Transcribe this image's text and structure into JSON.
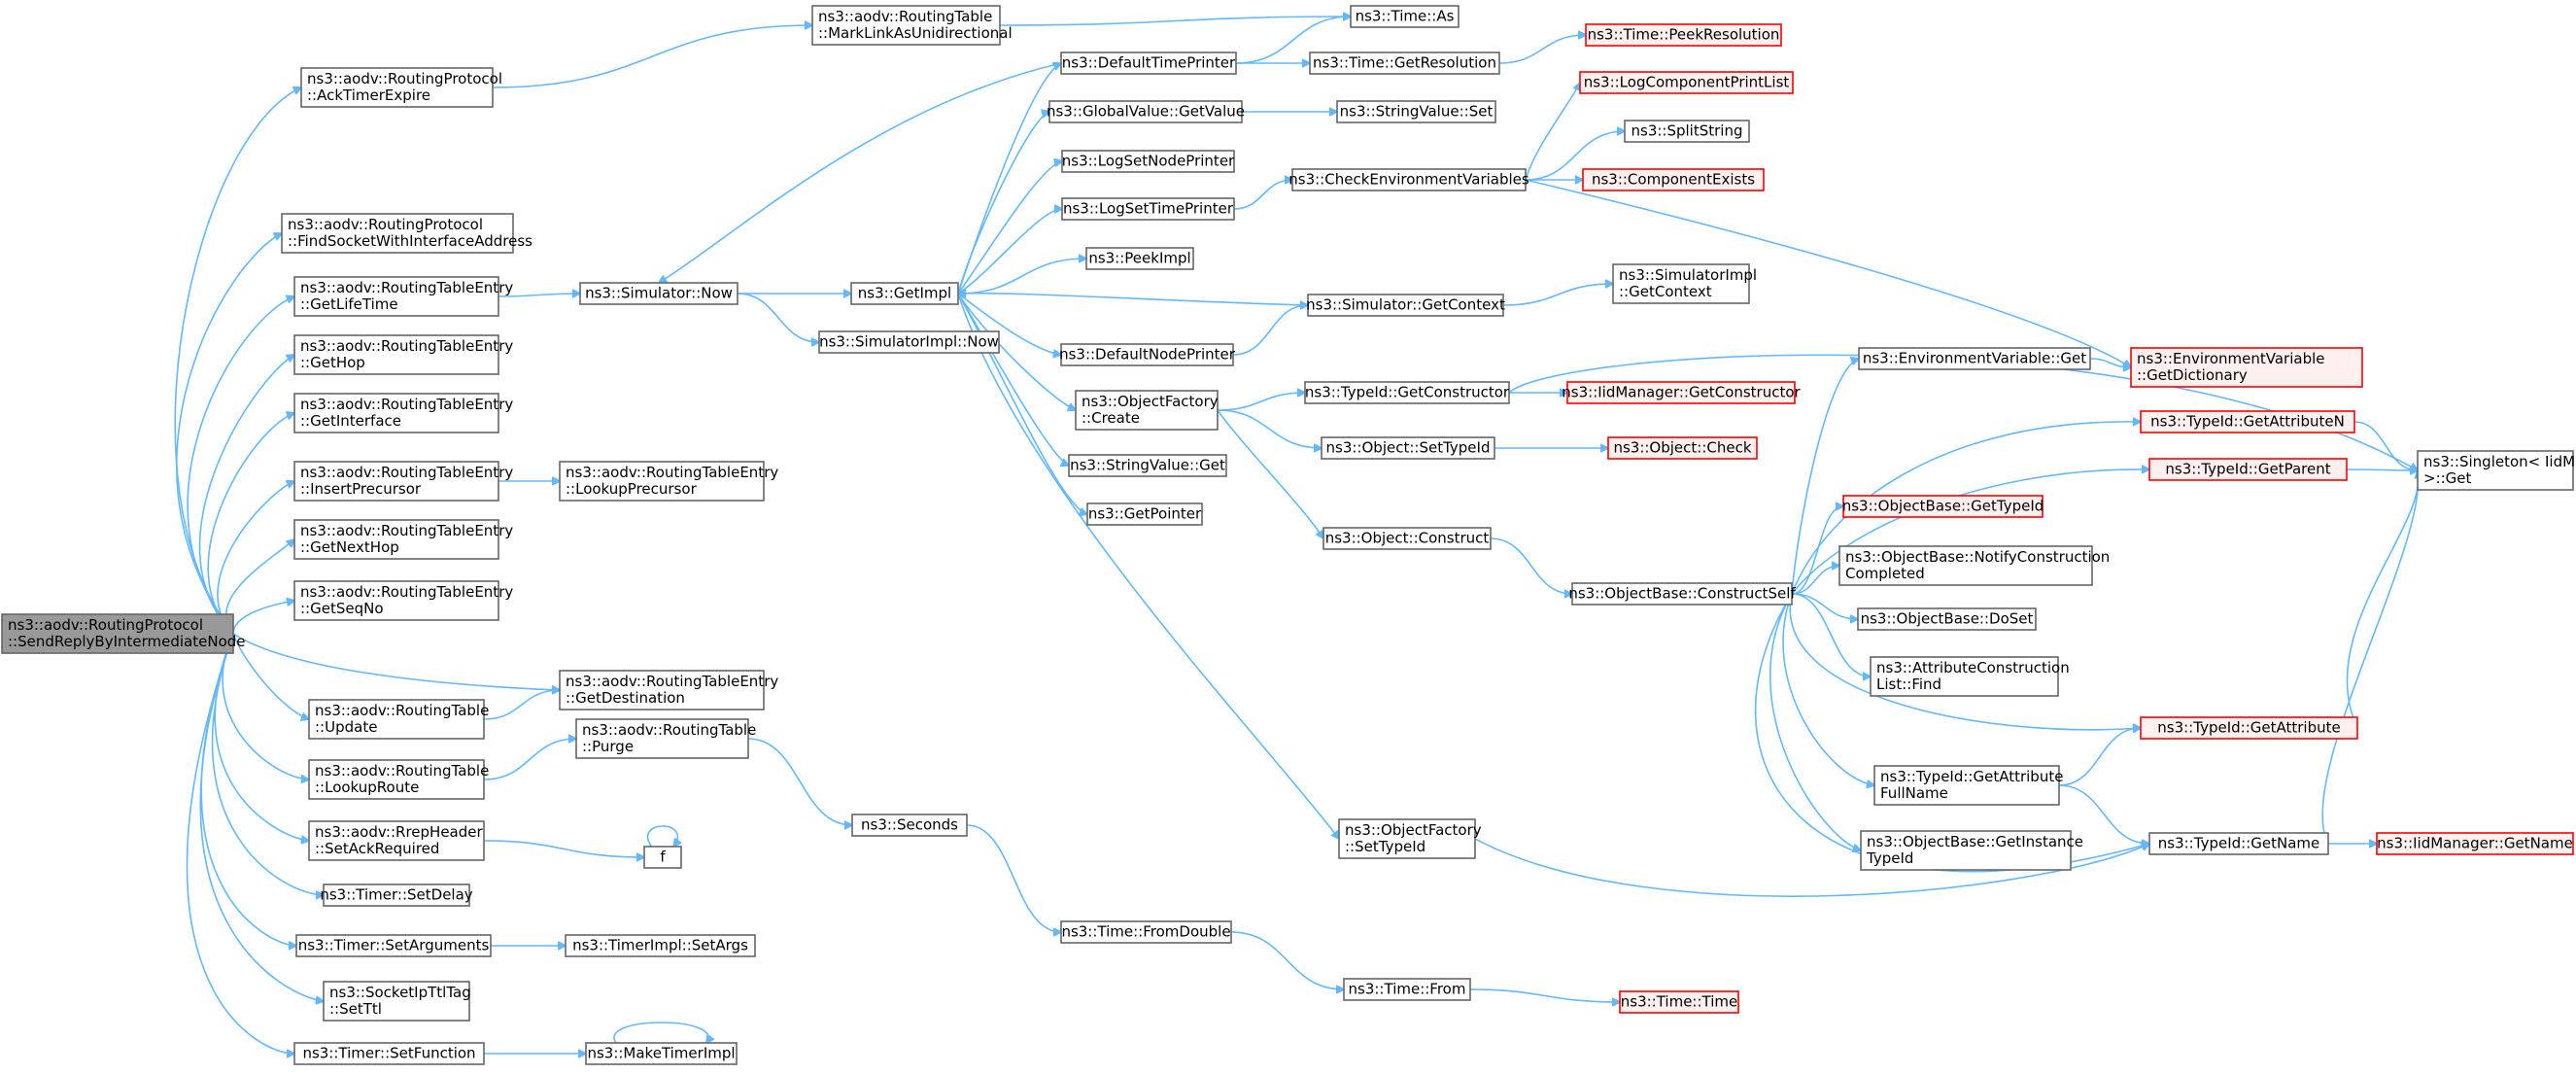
{
  "nodes": [
    {
      "id": "n0",
      "lines": [
        "ns3::aodv::RoutingProtocol",
        "::SendReplyByIntermediateNode"
      ],
      "style": "root"
    },
    {
      "id": "n1",
      "lines": [
        "ns3::aodv::RoutingProtocol",
        "::AckTimerExpire"
      ],
      "style": "normal"
    },
    {
      "id": "n2",
      "lines": [
        "ns3::aodv::RoutingProtocol",
        "::FindSocketWithInterfaceAddress"
      ],
      "style": "normal"
    },
    {
      "id": "n3",
      "lines": [
        "ns3::aodv::RoutingTableEntry",
        "::GetLifeTime"
      ],
      "style": "normal"
    },
    {
      "id": "n4",
      "lines": [
        "ns3::aodv::RoutingTableEntry",
        "::GetHop"
      ],
      "style": "normal"
    },
    {
      "id": "n5",
      "lines": [
        "ns3::aodv::RoutingTableEntry",
        "::GetInterface"
      ],
      "style": "normal"
    },
    {
      "id": "n6",
      "lines": [
        "ns3::aodv::RoutingTableEntry",
        "::InsertPrecursor"
      ],
      "style": "normal"
    },
    {
      "id": "n7",
      "lines": [
        "ns3::aodv::RoutingTableEntry",
        "::GetNextHop"
      ],
      "style": "normal"
    },
    {
      "id": "n8",
      "lines": [
        "ns3::aodv::RoutingTableEntry",
        "::GetSeqNo"
      ],
      "style": "normal"
    },
    {
      "id": "n9",
      "lines": [
        "ns3::aodv::RoutingTable",
        "::Update"
      ],
      "style": "normal"
    },
    {
      "id": "n10",
      "lines": [
        "ns3::aodv::RoutingTable",
        "::LookupRoute"
      ],
      "style": "normal"
    },
    {
      "id": "n11",
      "lines": [
        "ns3::aodv::RrepHeader",
        "::SetAckRequired"
      ],
      "style": "normal"
    },
    {
      "id": "n12",
      "lines": [
        "ns3::Timer::SetDelay"
      ],
      "style": "normal"
    },
    {
      "id": "n13",
      "lines": [
        "ns3::Timer::SetArguments"
      ],
      "style": "normal"
    },
    {
      "id": "n14",
      "lines": [
        "ns3::SocketIpTtlTag",
        "::SetTtl"
      ],
      "style": "normal"
    },
    {
      "id": "n15",
      "lines": [
        "ns3::Timer::SetFunction"
      ],
      "style": "normal"
    },
    {
      "id": "n16",
      "lines": [
        "ns3::aodv::RoutingTable",
        "::MarkLinkAsUnidirectional"
      ],
      "style": "normal"
    },
    {
      "id": "n17",
      "lines": [
        "ns3::Simulator::Now"
      ],
      "style": "normal"
    },
    {
      "id": "n18",
      "lines": [
        "ns3::SimulatorImpl::Now"
      ],
      "style": "normal"
    },
    {
      "id": "n19",
      "lines": [
        "ns3::aodv::RoutingTableEntry",
        "::LookupPrecursor"
      ],
      "style": "normal"
    },
    {
      "id": "n20",
      "lines": [
        "ns3::aodv::RoutingTableEntry",
        "::GetDestination"
      ],
      "style": "normal"
    },
    {
      "id": "n21",
      "lines": [
        "ns3::aodv::RoutingTable",
        "::Purge"
      ],
      "style": "normal"
    },
    {
      "id": "n22",
      "lines": [
        "f"
      ],
      "style": "normal"
    },
    {
      "id": "n23",
      "lines": [
        "ns3::TimerImpl::SetArgs"
      ],
      "style": "normal"
    },
    {
      "id": "n24",
      "lines": [
        "ns3::MakeTimerImpl"
      ],
      "style": "normal"
    },
    {
      "id": "n25",
      "lines": [
        "ns3::GetImpl"
      ],
      "style": "normal"
    },
    {
      "id": "n26",
      "lines": [
        "ns3::Seconds"
      ],
      "style": "normal"
    },
    {
      "id": "n27",
      "lines": [
        "ns3::DefaultTimePrinter"
      ],
      "style": "normal"
    },
    {
      "id": "n28",
      "lines": [
        "ns3::GlobalValue::GetValue"
      ],
      "style": "normal"
    },
    {
      "id": "n29",
      "lines": [
        "ns3::LogSetNodePrinter"
      ],
      "style": "normal"
    },
    {
      "id": "n30",
      "lines": [
        "ns3::LogSetTimePrinter"
      ],
      "style": "normal"
    },
    {
      "id": "n31",
      "lines": [
        "ns3::PeekImpl"
      ],
      "style": "normal"
    },
    {
      "id": "n32",
      "lines": [
        "ns3::DefaultNodePrinter"
      ],
      "style": "normal"
    },
    {
      "id": "n33",
      "lines": [
        "ns3::ObjectFactory",
        "::Create"
      ],
      "style": "normal"
    },
    {
      "id": "n34",
      "lines": [
        "ns3::StringValue::Get"
      ],
      "style": "normal"
    },
    {
      "id": "n35",
      "lines": [
        "ns3::GetPointer"
      ],
      "style": "normal"
    },
    {
      "id": "n36",
      "lines": [
        "ns3::Time::FromDouble"
      ],
      "style": "normal"
    },
    {
      "id": "n37",
      "lines": [
        "ns3::Time::As"
      ],
      "style": "normal"
    },
    {
      "id": "n38",
      "lines": [
        "ns3::Time::GetResolution"
      ],
      "style": "normal"
    },
    {
      "id": "n39",
      "lines": [
        "ns3::StringValue::Set"
      ],
      "style": "normal"
    },
    {
      "id": "n40",
      "lines": [
        "ns3::CheckEnvironmentVariables"
      ],
      "style": "normal"
    },
    {
      "id": "n41",
      "lines": [
        "ns3::Simulator::GetContext"
      ],
      "style": "normal"
    },
    {
      "id": "n42",
      "lines": [
        "ns3::TypeId::GetConstructor"
      ],
      "style": "normal"
    },
    {
      "id": "n43",
      "lines": [
        "ns3::Object::SetTypeId"
      ],
      "style": "normal"
    },
    {
      "id": "n44",
      "lines": [
        "ns3::Object::Construct"
      ],
      "style": "normal"
    },
    {
      "id": "n45",
      "lines": [
        "ns3::ObjectFactory",
        "::SetTypeId"
      ],
      "style": "normal"
    },
    {
      "id": "n46",
      "lines": [
        "ns3::Time::From"
      ],
      "style": "normal"
    },
    {
      "id": "n47",
      "lines": [
        "ns3::Time::PeekResolution"
      ],
      "style": "red"
    },
    {
      "id": "n48",
      "lines": [
        "ns3::LogComponentPrintList"
      ],
      "style": "red"
    },
    {
      "id": "n49",
      "lines": [
        "ns3::SplitString"
      ],
      "style": "normal"
    },
    {
      "id": "n50",
      "lines": [
        "ns3::ComponentExists"
      ],
      "style": "red"
    },
    {
      "id": "n51",
      "lines": [
        "ns3::SimulatorImpl",
        "::GetContext"
      ],
      "style": "normal"
    },
    {
      "id": "n52",
      "lines": [
        "ns3::IidManager::GetConstructor"
      ],
      "style": "red"
    },
    {
      "id": "n53",
      "lines": [
        "ns3::Object::Check"
      ],
      "style": "red"
    },
    {
      "id": "n54",
      "lines": [
        "ns3::ObjectBase::ConstructSelf"
      ],
      "style": "normal"
    },
    {
      "id": "n55",
      "lines": [
        "ns3::Time::Time"
      ],
      "style": "red"
    },
    {
      "id": "n56",
      "lines": [
        "ns3::EnvironmentVariable::Get"
      ],
      "style": "normal"
    },
    {
      "id": "n57",
      "lines": [
        "ns3::ObjectBase::GetTypeId"
      ],
      "style": "red"
    },
    {
      "id": "n58",
      "lines": [
        "ns3::ObjectBase::NotifyConstruction",
        "Completed"
      ],
      "style": "normal"
    },
    {
      "id": "n59",
      "lines": [
        "ns3::ObjectBase::DoSet"
      ],
      "style": "normal"
    },
    {
      "id": "n60",
      "lines": [
        "ns3::AttributeConstruction",
        "List::Find"
      ],
      "style": "normal"
    },
    {
      "id": "n61",
      "lines": [
        "ns3::TypeId::GetAttribute",
        "FullName"
      ],
      "style": "normal"
    },
    {
      "id": "n62",
      "lines": [
        "ns3::ObjectBase::GetInstance",
        "TypeId"
      ],
      "style": "normal"
    },
    {
      "id": "n63",
      "lines": [
        "ns3::EnvironmentVariable",
        "::GetDictionary"
      ],
      "style": "red"
    },
    {
      "id": "n64",
      "lines": [
        "ns3::TypeId::GetAttributeN"
      ],
      "style": "red"
    },
    {
      "id": "n65",
      "lines": [
        "ns3::TypeId::GetParent"
      ],
      "style": "red"
    },
    {
      "id": "n66",
      "lines": [
        "ns3::TypeId::GetAttribute"
      ],
      "style": "red"
    },
    {
      "id": "n67",
      "lines": [
        "ns3::TypeId::GetName"
      ],
      "style": "normal"
    },
    {
      "id": "n68",
      "lines": [
        "ns3::Singleton< IidManager",
        " >::Get"
      ],
      "style": "normal"
    },
    {
      "id": "n69",
      "lines": [
        "ns3::IidManager::GetName"
      ],
      "style": "red"
    }
  ]
}
